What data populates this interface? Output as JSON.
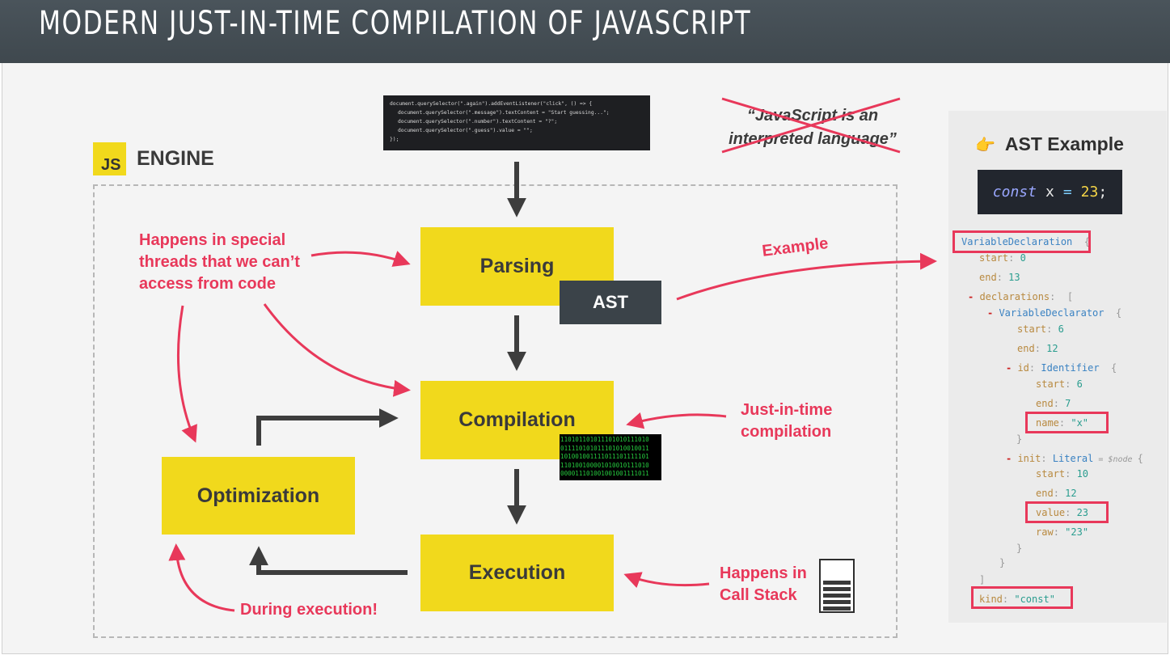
{
  "header": {
    "title": "MODERN JUST-IN-TIME COMPILATION OF JAVASCRIPT"
  },
  "code_snippet": {
    "lines": [
      "document.querySelector(\".again\").addEventListener(\"click\", () => {",
      "document.querySelector(\".message\").textContent = \"Start guessing...\";",
      "document.querySelector(\".number\").textContent = \"?\";",
      "document.querySelector(\".guess\").value = \"\";",
      "});"
    ]
  },
  "quote": {
    "text": "“JavaScript is an interpreted language”",
    "crossed_out": true
  },
  "engine": {
    "logo_text": "JS",
    "label": "ENGINE"
  },
  "steps": {
    "parsing": "Parsing",
    "compilation": "Compilation",
    "execution": "Execution",
    "optimization": "Optimization"
  },
  "ast_badge": "AST",
  "binary_lines": [
    "110101101011101010111010",
    "011110101011101010010011",
    "101001001111011101111101",
    "110100100001010010111010",
    "000011101001001001111011"
  ],
  "notes": {
    "threads": [
      "Happens in special",
      "threads that we can’t",
      "access from code"
    ],
    "jit": [
      "Just-in-time",
      "compilation"
    ],
    "callstack": [
      "Happens in",
      "Call Stack"
    ],
    "during": "During execution!",
    "example": "Example"
  },
  "ast_example": {
    "hand_icon": "👉",
    "heading": "AST Example",
    "code": {
      "keyword": "const",
      "variable": "x",
      "operator": "=",
      "value": "23",
      "end": ";"
    },
    "tree": {
      "root_type": "VariableDeclaration",
      "root_start": "0",
      "root_end": "13",
      "declarations_key": "declarations",
      "declarator_type": "VariableDeclarator",
      "decl_start": "6",
      "decl_end": "12",
      "id_type": "Identifier",
      "id_start": "6",
      "id_end": "7",
      "id_name": "\"x\"",
      "init_type": "Literal",
      "init_node": "= $node",
      "init_start": "10",
      "init_end": "12",
      "init_value": "23",
      "init_raw": "\"23\"",
      "kind": "\"const\""
    }
  },
  "colors": {
    "accent": "#e8385a",
    "box_yellow": "#f1d91c",
    "header_bg": "#434c52"
  }
}
